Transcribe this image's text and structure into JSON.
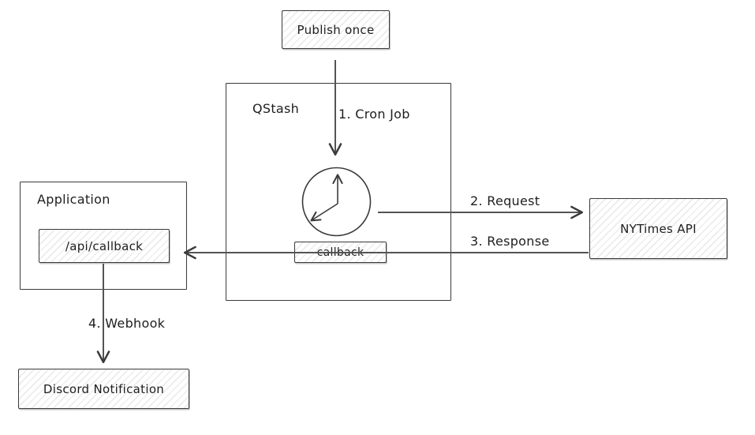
{
  "diagram": {
    "style": "hand-drawn sketch (excalidraw)",
    "background_color": "#ffffff",
    "stroke_color": "#3a3a3a",
    "text_color": "#1e1e1e",
    "hatch_fill_color": "#e9e9e9",
    "nodes": {
      "publish_once": {
        "label": "Publish once",
        "fill": "hatched"
      },
      "qstash": {
        "label": "QStash",
        "fill": "none",
        "kind": "container"
      },
      "clock": {
        "icon": "clock-icon",
        "description": "analog clock, minute hand arrow to 12, hour hand arrow to 8"
      },
      "callback": {
        "label": "callback",
        "fill": "hatched"
      },
      "application": {
        "label": "Application",
        "fill": "none",
        "kind": "container"
      },
      "api_callback": {
        "label": "/api/callback",
        "fill": "hatched"
      },
      "nytimes_api": {
        "label": "NYTimes API",
        "fill": "hatched"
      },
      "discord_notification": {
        "label": "Discord Notification",
        "fill": "hatched"
      }
    },
    "edges": {
      "cron_job": {
        "label": "1. Cron Job",
        "from": "publish_once",
        "to": "clock",
        "direction": "down"
      },
      "request": {
        "label": "2. Request",
        "from": "clock",
        "to": "nytimes_api",
        "direction": "right"
      },
      "response": {
        "label": "3. Response",
        "from": "nytimes_api",
        "to": "api_callback",
        "direction": "left"
      },
      "webhook": {
        "label": "4. Webhook",
        "from": "api_callback",
        "to": "discord_notification",
        "direction": "down"
      }
    }
  }
}
